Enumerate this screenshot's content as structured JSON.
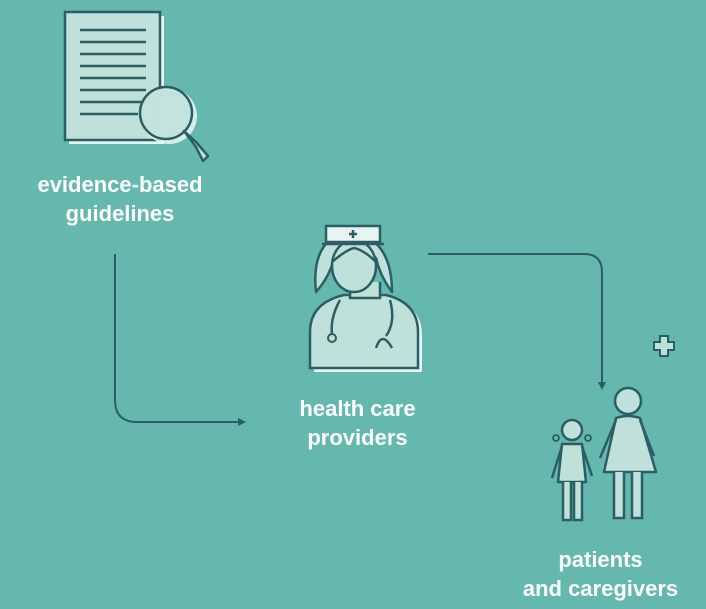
{
  "nodes": {
    "guidelines": {
      "line1": "evidence-based",
      "line2": "guidelines",
      "icon": "document-magnifier-icon"
    },
    "providers": {
      "line1": "health care",
      "line2": "providers",
      "icon": "nurse-icon"
    },
    "patients": {
      "line1": "patients",
      "line2": "and caregivers",
      "icon": "mother-child-icon"
    }
  },
  "extras": {
    "cross_icon": "medical-cross-icon"
  },
  "colors": {
    "background": "#64b8ad",
    "stroke": "#2c5f65",
    "fill_light": "#bfe1d9",
    "shadow": "#e6f3ef",
    "text": "#ffffff"
  }
}
